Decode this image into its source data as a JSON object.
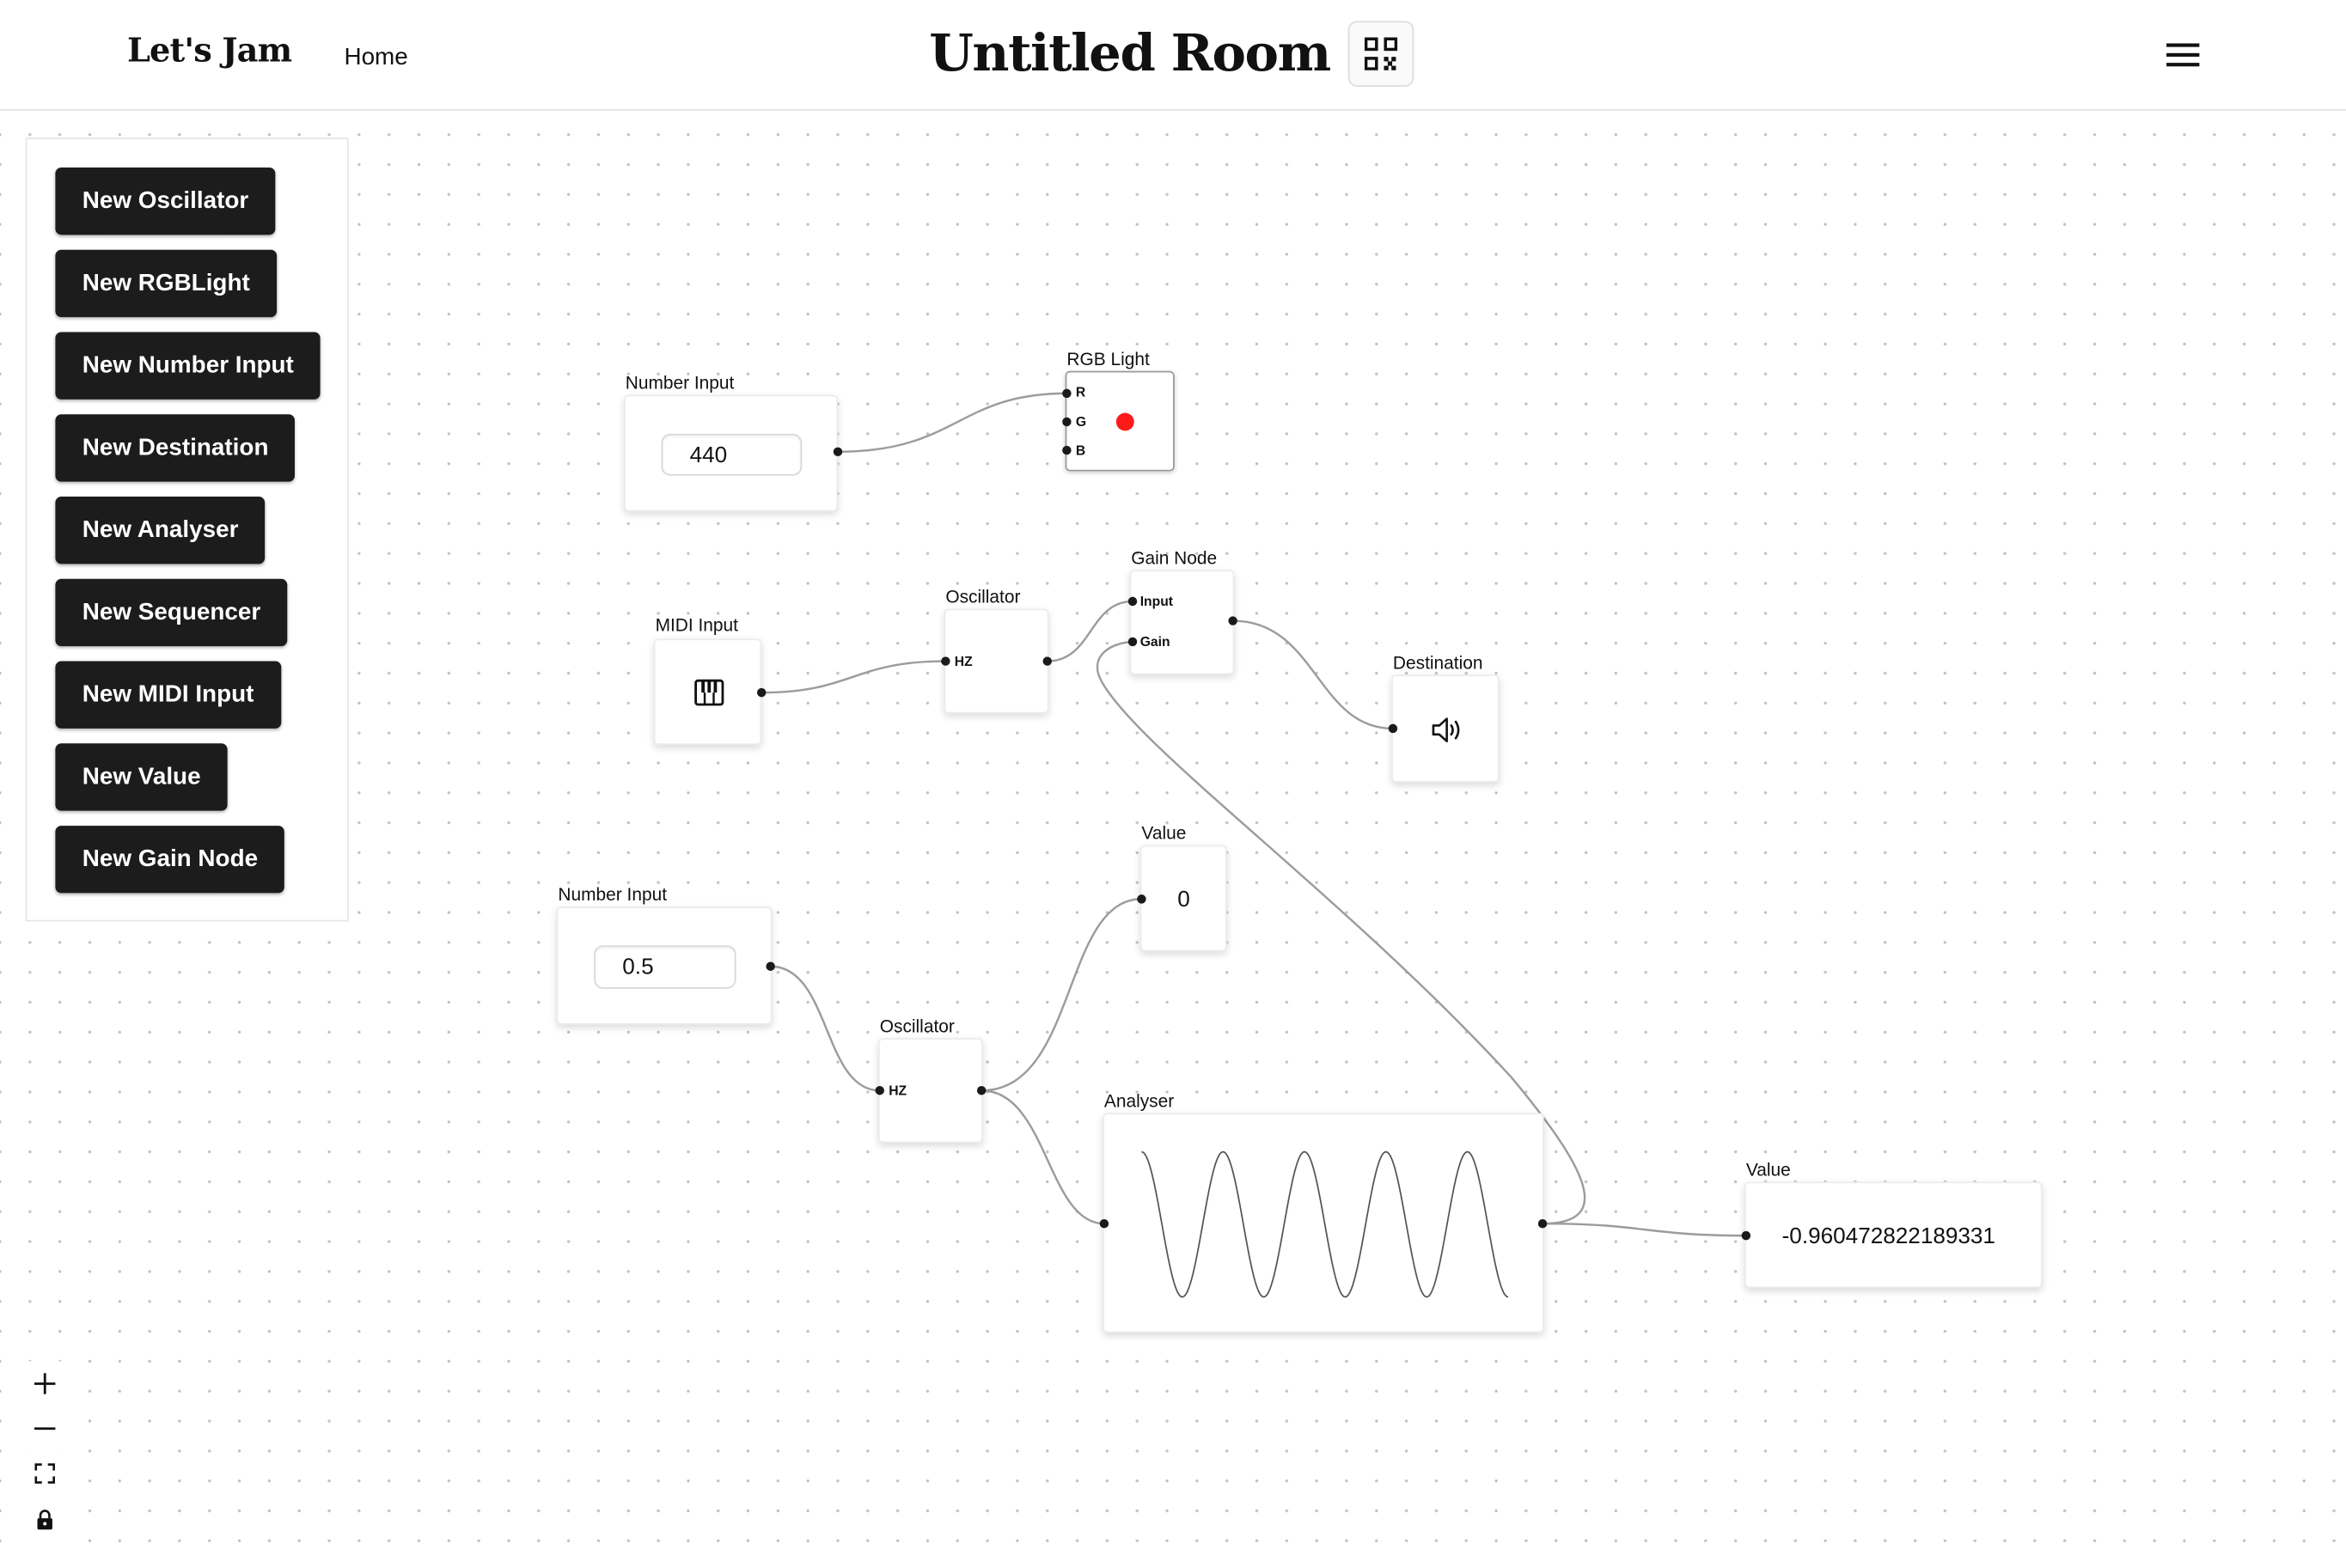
{
  "header": {
    "brand": "Let's Jam",
    "nav_home": "Home",
    "room_title": "Untitled Room",
    "qr_icon": "qr-code-icon",
    "menu_icon": "hamburger-menu-icon"
  },
  "toolbar": {
    "buttons": [
      "New Oscillator",
      "New RGBLight",
      "New Number Input",
      "New Destination",
      "New Analyser",
      "New Sequencer",
      "New MIDI Input",
      "New Value",
      "New Gain Node"
    ]
  },
  "nodes": {
    "number_input_1": {
      "label": "Number Input",
      "value": "440"
    },
    "rgb_light": {
      "label": "RGB Light",
      "ports": [
        "R",
        "G",
        "B"
      ],
      "led_color": "#ff1a1a"
    },
    "midi_input": {
      "label": "MIDI Input",
      "icon": "piano-keys-icon"
    },
    "oscillator_1": {
      "label": "Oscillator",
      "port": "HZ"
    },
    "gain_node": {
      "label": "Gain Node",
      "ports": [
        "Input",
        "Gain"
      ]
    },
    "destination": {
      "label": "Destination",
      "icon": "speaker-icon"
    },
    "value_1": {
      "label": "Value",
      "value": "0"
    },
    "number_input_2": {
      "label": "Number Input",
      "value": "0.5"
    },
    "oscillator_2": {
      "label": "Oscillator",
      "port": "HZ"
    },
    "analyser": {
      "label": "Analyser",
      "waveform_cycles": 4.5
    },
    "value_2": {
      "label": "Value",
      "value": "-0.960472822189331"
    }
  },
  "controls": {
    "zoom_in_icon": "plus-icon",
    "zoom_out_icon": "minus-icon",
    "fit_view_icon": "fit-view-icon",
    "lock_icon": "lock-icon"
  }
}
